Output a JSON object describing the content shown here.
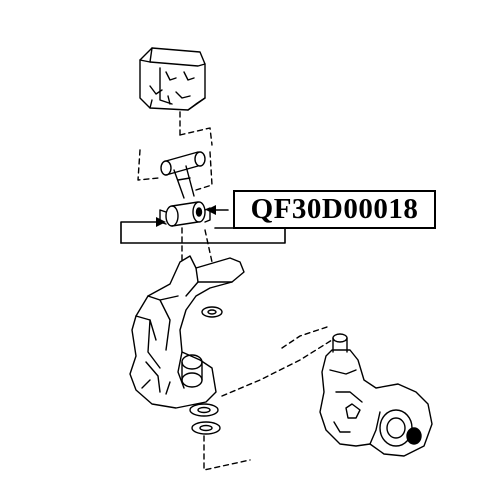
{
  "diagram": {
    "part_number": "QF30D00018",
    "colors": {
      "line": "#000000",
      "background": "#ffffff"
    },
    "components": [
      "upper-mount-bracket",
      "upper-arm",
      "bushing",
      "knuckle-arm",
      "washer",
      "steering-knuckle"
    ]
  }
}
